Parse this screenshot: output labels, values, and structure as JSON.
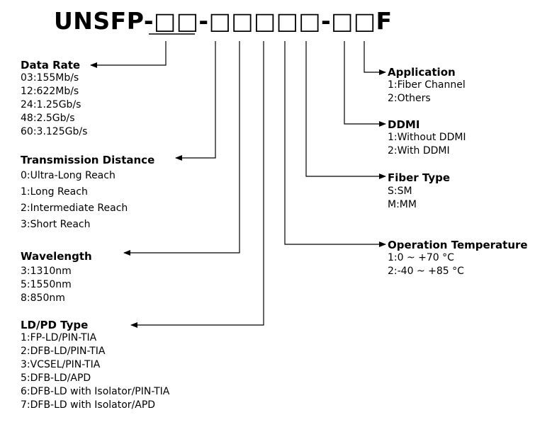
{
  "title": "UNSFP-□□-□□□□□-□□F",
  "groups": {
    "data_rate": {
      "heading": "Data Rate",
      "items": [
        "03:155Mb/s",
        "12:622Mb/s",
        "24:1.25Gb/s",
        "48:2.5Gb/s",
        "60:3.125Gb/s"
      ]
    },
    "transmission_distance": {
      "heading": "Transmission Distance",
      "items": [
        "0:Ultra-Long Reach",
        "1:Long Reach",
        "2:Intermediate Reach",
        "3:Short Reach"
      ]
    },
    "wavelength": {
      "heading": "Wavelength",
      "items": [
        "3:1310nm",
        "5:1550nm",
        "8:850nm"
      ]
    },
    "ld_pd_type": {
      "heading": "LD/PD Type",
      "items": [
        "1:FP-LD/PIN-TIA",
        "2:DFB-LD/PIN-TIA",
        "3:VCSEL/PIN-TIA",
        "5:DFB-LD/APD",
        "6:DFB-LD with Isolator/PIN-TIA",
        "7:DFB-LD with Isolator/APD"
      ]
    },
    "application": {
      "heading": "Application",
      "items": [
        "1:Fiber Channel",
        "2:Others"
      ]
    },
    "ddmi": {
      "heading": "DDMI",
      "items": [
        "1:Without DDMI",
        "2:With DDMI"
      ]
    },
    "fiber_type": {
      "heading": "Fiber Type",
      "items": [
        "S:SM",
        "M:MM"
      ]
    },
    "operation_temperature": {
      "heading": "Operation Temperature",
      "items": [
        "1:0 ~ +70 °C",
        "2:-40 ~ +85 °C"
      ]
    }
  }
}
